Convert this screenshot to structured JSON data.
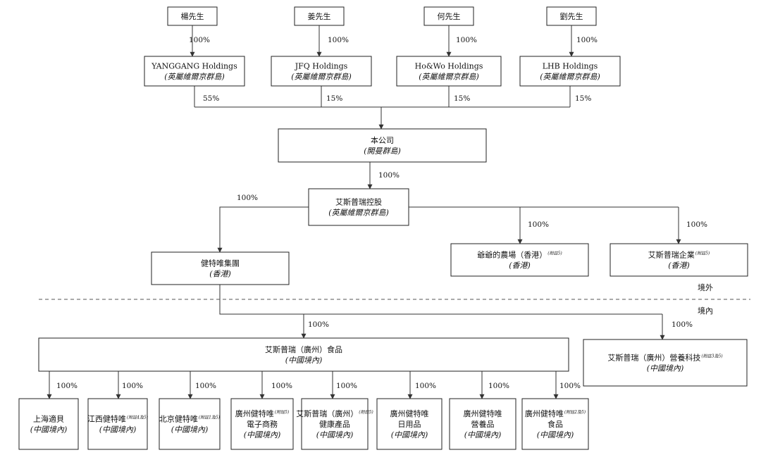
{
  "nodes": [
    {
      "id": "yang",
      "lines": [
        "楊先生"
      ]
    },
    {
      "id": "jiang",
      "lines": [
        "姜先生"
      ]
    },
    {
      "id": "he",
      "lines": [
        "何先生"
      ]
    },
    {
      "id": "liu",
      "lines": [
        "劉先生"
      ]
    },
    {
      "id": "yanggang",
      "lines": [
        "YANGGANG Holdings",
        "(英屬維爾京群島)"
      ]
    },
    {
      "id": "jfq",
      "lines": [
        "JFQ Holdings",
        "(英屬維爾京群島)"
      ]
    },
    {
      "id": "howo",
      "lines": [
        "Ho&Wo Holdings",
        "(英屬維爾京群島)"
      ]
    },
    {
      "id": "lhb",
      "lines": [
        "LHB Holdings",
        "(英屬維爾京群島)"
      ]
    },
    {
      "id": "company",
      "lines": [
        "本公司",
        "(開曼群島)"
      ]
    },
    {
      "id": "aspr_hold",
      "lines": [
        "艾斯普瑞控股",
        "(英屬維爾京群島)"
      ]
    },
    {
      "id": "jtw_group",
      "lines": [
        "健特唯集團",
        "(香港)"
      ]
    },
    {
      "id": "yeye_farm",
      "lines": [
        "爺爺的農場（香港）",
        "(香港)"
      ],
      "notes": [
        "(附註5)"
      ]
    },
    {
      "id": "aspr_ent",
      "lines": [
        "艾斯普瑞企業",
        "(香港)"
      ],
      "notes": [
        "(附註5)"
      ]
    },
    {
      "id": "aspr_gz_food",
      "lines": [
        "艾斯普瑞（廣州）食品",
        "(中國境內)"
      ]
    },
    {
      "id": "aspr_gz_nutri",
      "lines": [
        "艾斯普瑞（廣州）營養科技",
        "(中國境內)"
      ],
      "notes": [
        "(附註3及5)"
      ]
    },
    {
      "id": "sh_shibei",
      "lines": [
        "上海適貝",
        "(中國境內)"
      ]
    },
    {
      "id": "jx_jtw",
      "lines": [
        "江西健特唯",
        "(中國境內)"
      ],
      "notes": [
        "(附註4及5)"
      ]
    },
    {
      "id": "bj_jtw",
      "lines": [
        "北京健特唯",
        "(中國境內)"
      ],
      "notes": [
        "(附註1及5)"
      ]
    },
    {
      "id": "gz_ecom",
      "lines": [
        "廣州健特唯",
        "電子商務",
        "(中國境內)"
      ],
      "notes": [
        "(附註5)"
      ]
    },
    {
      "id": "aspr_health",
      "lines": [
        "艾斯普瑞（廣州）",
        "健康產品",
        "(中國境內)"
      ],
      "notes": [
        "(附註5)"
      ]
    },
    {
      "id": "gz_daily",
      "lines": [
        "廣州健特唯",
        "日用品",
        "(中國境內)"
      ]
    },
    {
      "id": "gz_nutrition",
      "lines": [
        "廣州健特唯",
        "營養品",
        "(中國境內)"
      ]
    },
    {
      "id": "gz_food",
      "lines": [
        "廣州健特唯",
        "食品",
        "(中國境內)"
      ],
      "notes": [
        "(附註2及5)"
      ]
    }
  ],
  "percentages": [
    "100%",
    "100%",
    "100%",
    "100%",
    "55%",
    "15%",
    "15%",
    "15%",
    "100%",
    "100%",
    "100%",
    "100%",
    "100%",
    "100%",
    "100%",
    "100%",
    "100%",
    "100%",
    "100%",
    "100%",
    "100%",
    "100%",
    "100%"
  ],
  "regions": {
    "offshore": "境外",
    "onshore": "境內"
  }
}
